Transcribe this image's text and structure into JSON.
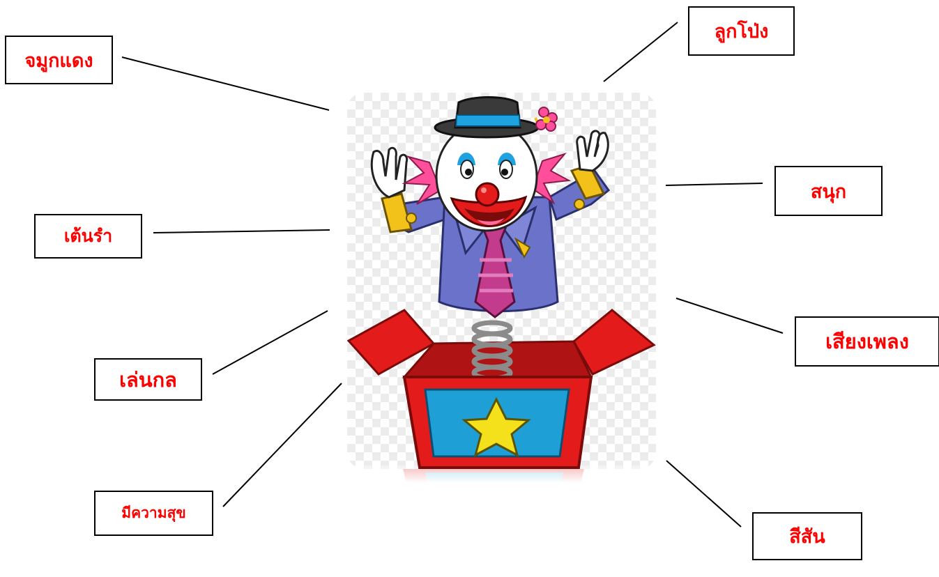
{
  "labels": {
    "red_nose": "จมูกแดง",
    "balloon": "ลูกโป่ง",
    "fun": "สนุก",
    "dance": "เต้นรำ",
    "song": "เสียงเพลง",
    "magic_trick": "เล่นกล",
    "happy": "มีความสุข",
    "colorful": "สีสัน"
  },
  "colors": {
    "label_text": "#ff0000",
    "box_red": "#e31b1b",
    "box_panel": "#1e9fd6",
    "star": "#f5e11b",
    "clown_jacket": "#6b72c9",
    "tie": "#c23b8c",
    "hair": "#ff4f9a",
    "hat": "#3a3a3a",
    "hat_band": "#1fa3e0"
  }
}
